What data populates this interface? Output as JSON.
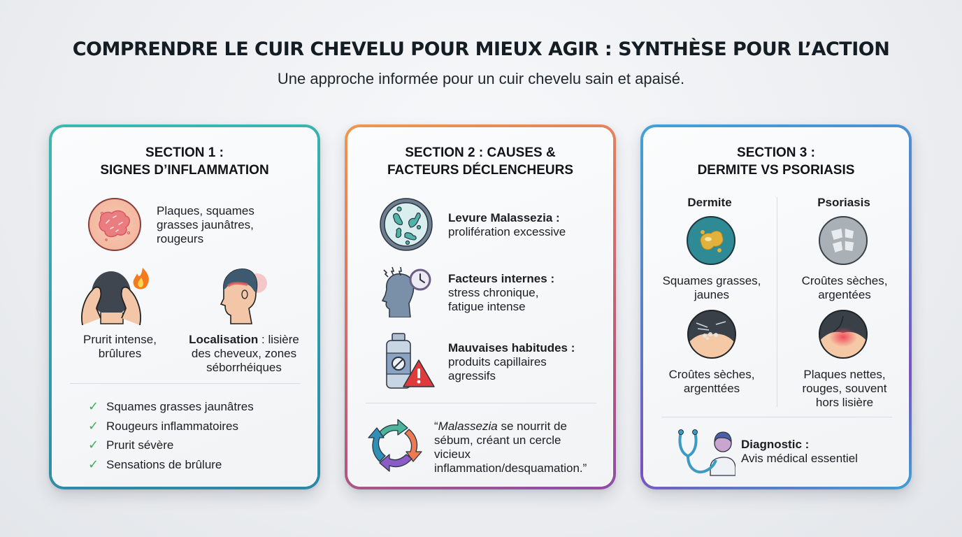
{
  "header": {
    "title": "COMPRENDRE LE CUIR CHEVELU POUR MIEUX AGIR : SYNTHÈSE POUR L’ACTION",
    "subtitle": "Une approche informée pour un cuir chevelu sain et apaisé."
  },
  "colors": {
    "section1_border": "#2f9cab",
    "section2_border_start": "#f0974d",
    "section2_border_end": "#8d4ea7",
    "section3_border_start": "#3fa3d8",
    "section3_border_end": "#7a52c3",
    "check_green": "#3fae5c"
  },
  "section1": {
    "title_line1": "SECTION 1 :",
    "title_line2": "SIGNES D’INFLAMMATION",
    "plaques": {
      "icon": "skin-lesion-icon",
      "line1": "Plaques, squames",
      "line2": "grasses jaunâtres,",
      "line3": "rougeurs"
    },
    "prurit": {
      "icon": "head-scratching-flame-icon",
      "line1": "Prurit intense,",
      "line2": "brûlures"
    },
    "localisation": {
      "icon": "head-profile-hairline-icon",
      "label": "Localisation",
      "line1_rest": " : lisière",
      "line2": "des cheveux, zones",
      "line3": "séborrhéiques"
    },
    "checklist": [
      "Squames grasses jaunâtres",
      "Rougeurs inflammatoires",
      "Prurit sévère",
      "Sensations de brûlure"
    ],
    "check_icon": "✓"
  },
  "section2": {
    "title_line1": "SECTION 2 : CAUSES &",
    "title_line2": "FACTEURS DÉCLENCHEURS",
    "items": [
      {
        "icon": "microbe-petri-dish-icon",
        "label": "Levure Malassezia :",
        "line1": "prolifération excessive",
        "line2": ""
      },
      {
        "icon": "stressed-head-clock-icon",
        "label": "Facteurs internes :",
        "line1": "stress chronique,",
        "line2": "fatigue intense"
      },
      {
        "icon": "bottle-warning-icon",
        "label": "Mauvaises habitudes :",
        "line1": "produits capillaires",
        "line2": "agressifs"
      }
    ],
    "quote": {
      "icon": "cycle-arrows-icon",
      "open": "“",
      "italic": "Malassezia",
      "line1_rest": " se nourrit de",
      "line2": "sébum, créant un cercle",
      "line3": "vicieux",
      "line4": "inflammation/desquamation.”"
    }
  },
  "section3": {
    "title_line1": "SECTION 3 :",
    "title_line2": "DERMITE VS PSORIASIS",
    "left_col": {
      "heading": "Dermite",
      "items": [
        {
          "icon": "oily-drop-icon",
          "line1": "Squames grasses,",
          "line2": "jaunes",
          "line3": ""
        },
        {
          "icon": "scalp-flakes-icon",
          "line1": "Croûtes sèches,",
          "line2": "argenttées",
          "line3": ""
        }
      ]
    },
    "right_col": {
      "heading": "Psoriasis",
      "items": [
        {
          "icon": "silver-plaque-icon",
          "line1": "Croûtes sèches,",
          "line2": "argentées",
          "line3": ""
        },
        {
          "icon": "red-patch-scalp-icon",
          "line1": "Plaques nettes,",
          "line2": "rouges, souvent",
          "line3": "hors lisière"
        }
      ]
    },
    "diagnostic": {
      "icon": "doctor-stethoscope-icon",
      "label": "Diagnostic :",
      "text": "Avis médical essentiel"
    }
  }
}
